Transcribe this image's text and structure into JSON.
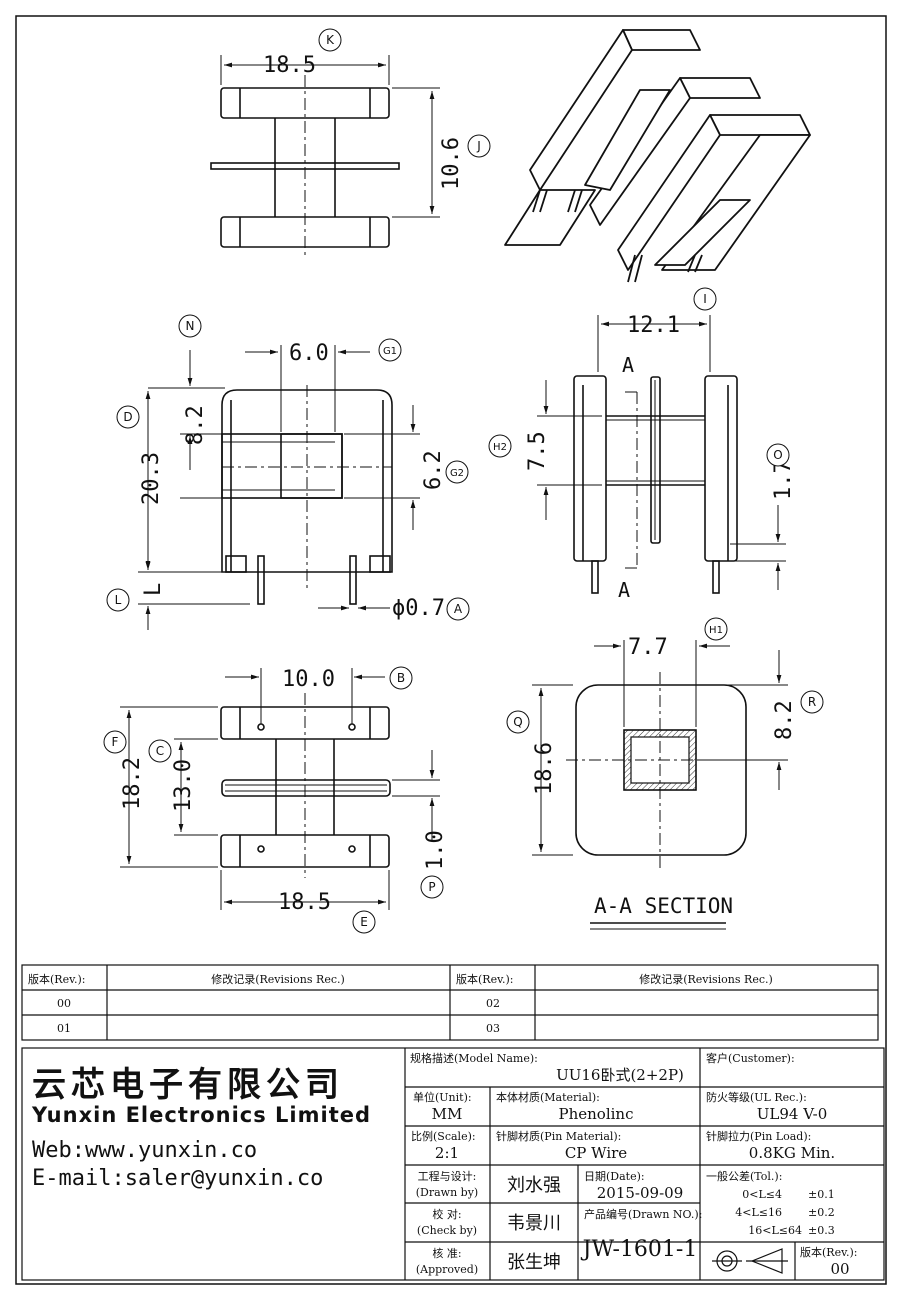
{
  "dimensions": {
    "k": "18.5",
    "j": "10.6",
    "g1": "6.0",
    "n": "8.2",
    "d": "20.3",
    "g2": "6.2",
    "l": "L",
    "a": "ϕ0.7",
    "i": "12.1",
    "h2": "7.5",
    "o": "1.7",
    "b": "10.0",
    "f": "18.2",
    "c": "13.0",
    "p": "1.0",
    "e": "18.5",
    "h1": "7.7",
    "q": "18.6",
    "r": "8.2"
  },
  "markers": {
    "k": "K",
    "j": "J",
    "n": "N",
    "g1": "G1",
    "d": "D",
    "g2": "G2",
    "l": "L",
    "a": "A",
    "i": "I",
    "h2": "H2",
    "o": "O",
    "b": "B",
    "f": "F",
    "c": "C",
    "p": "P",
    "e": "E",
    "h1": "H1",
    "q": "Q",
    "r": "R"
  },
  "section": {
    "cut_top": "A",
    "cut_bottom": "A",
    "title": "A-A SECTION"
  },
  "revisions": {
    "header_rev": "版本(Rev.):",
    "header_rec": "修改记录(Revisions Rec.)",
    "rows": [
      "00",
      "01",
      "02",
      "03"
    ]
  },
  "company": {
    "name_cn": "云芯电子有限公司",
    "name_en": "Yunxin Electronics Limited",
    "web": "Web:www.yunxin.co",
    "email": "E-mail:saler@yunxin.co"
  },
  "title_block": {
    "model_label": "规格描述(Model Name):",
    "model": "UU16卧式(2+2P)",
    "customer_label": "客户(Customer):",
    "customer": "",
    "unit_label": "单位(Unit):",
    "unit": "MM",
    "material_label": "本体材质(Material):",
    "material": "Phenolinc",
    "ul_label": "防火等级(UL Rec.):",
    "ul": "UL94 V-0",
    "scale_label": "比例(Scale):",
    "scale": "2:1",
    "pin_material_label": "针脚材质(Pin Material):",
    "pin_material": "CP Wire",
    "pin_load_label": "针脚拉力(Pin Load):",
    "pin_load": "0.8KG Min.",
    "drawn_label_1": "工程与设计:",
    "drawn_label_2": "(Drawn by)",
    "drawn": "刘水强",
    "date_label": "日期(Date):",
    "date": "2015-09-09",
    "check_label_1": "校  对:",
    "check_label_2": "(Check by)",
    "check": "韦景川",
    "drawn_no_label": "产品编号(Drawn NO.):",
    "drawn_no": "JW-1601-1",
    "approved_label_1": "核  准:",
    "approved_label_2": "(Approved)",
    "approved": "张生坤",
    "tol_label": "一般公差(Tol.):",
    "tol_rows": [
      {
        "range": "0<L≤4",
        "value": "±0.1"
      },
      {
        "range": "4<L≤16",
        "value": "±0.2"
      },
      {
        "range": "16<L≤64",
        "value": "±0.3"
      }
    ],
    "rev_label": "版本(Rev.):",
    "rev": "00"
  }
}
